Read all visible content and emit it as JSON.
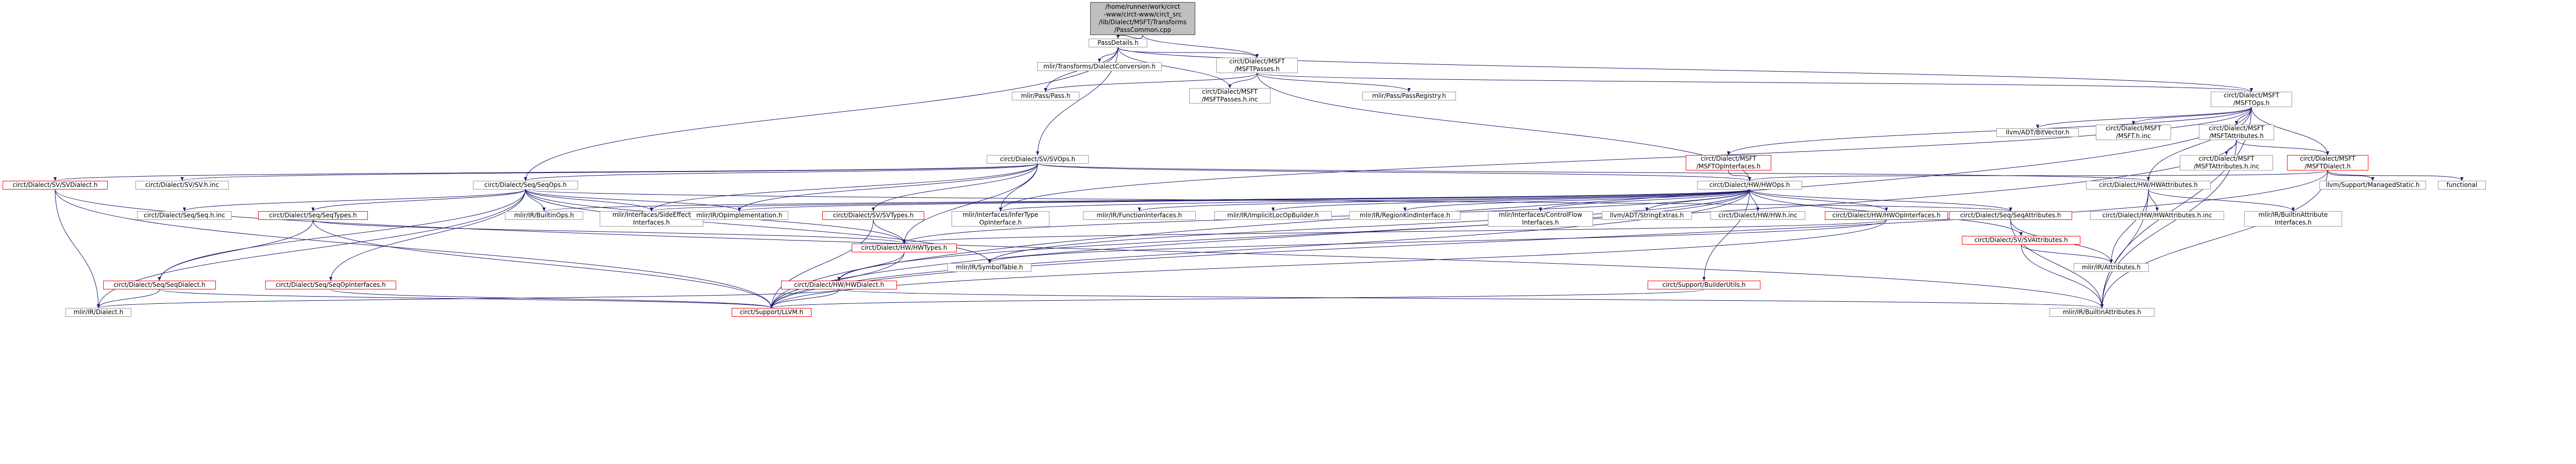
{
  "title": "PassCommon.cpp include dependency graph",
  "colors": {
    "edge": "#191970",
    "red_border": "#ff0000",
    "root_fill": "#bfbfbf"
  },
  "nodes": [
    {
      "id": "root",
      "label": "/home/runner/work/circt\n-www/circt-www/circt_src\n/lib/Dialect/MSFT/Transforms\n/PassCommon.cpp"
    },
    {
      "id": "passdetails",
      "label": "PassDetails.h"
    },
    {
      "id": "msftpasses",
      "label": "circt/Dialect/MSFT\n/MSFTPasses.h"
    },
    {
      "id": "dialectconv",
      "label": "mlir/Transforms/DialectConversion.h"
    },
    {
      "id": "pass",
      "label": "mlir/Pass/Pass.h"
    },
    {
      "id": "msftpassesinc",
      "label": "circt/Dialect/MSFT\n/MSFTPasses.h.inc"
    },
    {
      "id": "passregistry",
      "label": "mlir/Pass/PassRegistry.h"
    },
    {
      "id": "msftops",
      "label": "circt/Dialect/MSFT\n/MSFTOps.h"
    },
    {
      "id": "bitvector",
      "label": "llvm/ADT/BitVector.h"
    },
    {
      "id": "msfthinc",
      "label": "circt/Dialect/MSFT\n/MSFT.h.inc"
    },
    {
      "id": "msftattrs",
      "label": "circt/Dialect/MSFT\n/MSFTAttributes.h"
    },
    {
      "id": "msftattrsinc",
      "label": "circt/Dialect/MSFT\n/MSFTAttributes.h.inc"
    },
    {
      "id": "msftdialect",
      "label": "circt/Dialect/MSFT\n/MSFTDialect.h"
    },
    {
      "id": "managedstatic",
      "label": "llvm/Support/ManagedStatic.h"
    },
    {
      "id": "functional",
      "label": "functional"
    },
    {
      "id": "msftopif",
      "label": "circt/Dialect/MSFT\n/MSFTOpInterfaces.h"
    },
    {
      "id": "svops",
      "label": "circt/Dialect/SV/SVOps.h"
    },
    {
      "id": "hwops",
      "label": "circt/Dialect/HW/HWOps.h"
    },
    {
      "id": "hwattrs",
      "label": "circt/Dialect/HW/HWAttributes.h"
    },
    {
      "id": "hwattrsinc",
      "label": "circt/Dialect/HW/HWAttributes.h.inc"
    },
    {
      "id": "builtinattrif",
      "label": "mlir/IR/BuiltinAttribute\nInterfaces.h"
    },
    {
      "id": "svdialect",
      "label": "circt/Dialect/SV/SVDialect.h"
    },
    {
      "id": "svinc",
      "label": "circt/Dialect/SV/SV.h.inc"
    },
    {
      "id": "seqops",
      "label": "circt/Dialect/Seq/SeqOps.h"
    },
    {
      "id": "seqhinc",
      "label": "circt/Dialect/Seq/Seq.h.inc"
    },
    {
      "id": "seqtypes",
      "label": "circt/Dialect/Seq/SeqTypes.h"
    },
    {
      "id": "builtinops",
      "label": "mlir/IR/BuiltinOps.h"
    },
    {
      "id": "sideeffect",
      "label": "mlir/Interfaces/SideEffect\nInterfaces.h"
    },
    {
      "id": "opimpl",
      "label": "mlir/IR/OpImplementation.h"
    },
    {
      "id": "svtypes",
      "label": "circt/Dialect/SV/SVTypes.h"
    },
    {
      "id": "infertype",
      "label": "mlir/Interfaces/InferType\nOpInterface.h"
    },
    {
      "id": "funcif",
      "label": "mlir/IR/FunctionInterfaces.h"
    },
    {
      "id": "implicitloc",
      "label": "mlir/IR/ImplicitLocOpBuilder.h"
    },
    {
      "id": "regionkind",
      "label": "mlir/IR/RegionKindInterface.h"
    },
    {
      "id": "controlflow",
      "label": "mlir/Interfaces/ControlFlow\nInterfaces.h"
    },
    {
      "id": "stringextras",
      "label": "llvm/ADT/StringExtras.h"
    },
    {
      "id": "hwhinc",
      "label": "circt/Dialect/HW/HW.h.inc"
    },
    {
      "id": "hwopif",
      "label": "circt/Dialect/HW/HWOpInterfaces.h"
    },
    {
      "id": "seqattrs",
      "label": "circt/Dialect/Seq/SeqAttributes.h"
    },
    {
      "id": "svattrs",
      "label": "circt/Dialect/SV/SVAttributes.h"
    },
    {
      "id": "seqdialect",
      "label": "circt/Dialect/Seq/SeqDialect.h"
    },
    {
      "id": "seqopif",
      "label": "circt/Dialect/Seq/SeqOpInterfaces.h"
    },
    {
      "id": "hwtypes",
      "label": "circt/Dialect/HW/HWTypes.h"
    },
    {
      "id": "symboltable",
      "label": "mlir/IR/SymbolTable.h"
    },
    {
      "id": "irattrs",
      "label": "mlir/IR/Attributes.h"
    },
    {
      "id": "hwdialect",
      "label": "circt/Dialect/HW/HWDialect.h"
    },
    {
      "id": "builderutils",
      "label": "circt/Support/BuilderUtils.h"
    },
    {
      "id": "irdialect",
      "label": "mlir/IR/Dialect.h"
    },
    {
      "id": "llvmh",
      "label": "circt/Support/LLVM.h"
    },
    {
      "id": "builtinattrs",
      "label": "mlir/IR/BuiltinAttributes.h"
    }
  ],
  "edges": [
    [
      "root",
      "passdetails"
    ],
    [
      "root",
      "msftpasses"
    ],
    [
      "passdetails",
      "dialectconv"
    ],
    [
      "passdetails",
      "pass"
    ],
    [
      "passdetails",
      "msftpasses"
    ],
    [
      "passdetails",
      "msftpassesinc"
    ],
    [
      "passdetails",
      "msftops"
    ],
    [
      "passdetails",
      "svops"
    ],
    [
      "passdetails",
      "seqops"
    ],
    [
      "msftpasses",
      "pass"
    ],
    [
      "msftpasses",
      "msftpassesinc"
    ],
    [
      "msftpasses",
      "passregistry"
    ],
    [
      "msftpasses",
      "msftops"
    ],
    [
      "msftpasses",
      "hwops"
    ],
    [
      "msftops",
      "bitvector"
    ],
    [
      "msftops",
      "msfthinc"
    ],
    [
      "msftops",
      "msftattrs"
    ],
    [
      "msftops",
      "msftdialect"
    ],
    [
      "msftops",
      "msftopif"
    ],
    [
      "msftops",
      "hwattrs"
    ],
    [
      "msftops",
      "infertype"
    ],
    [
      "msftops",
      "builtinattrs"
    ],
    [
      "msftops",
      "llvmh"
    ],
    [
      "msftattrs",
      "msftattrsinc"
    ],
    [
      "msftattrs",
      "msftdialect"
    ],
    [
      "msftattrs",
      "builtinattrs"
    ],
    [
      "msftattrs",
      "llvmh"
    ],
    [
      "msftdialect",
      "managedstatic"
    ],
    [
      "msftdialect",
      "functional"
    ],
    [
      "msftdialect",
      "hwops"
    ],
    [
      "msftdialect",
      "builtinattrs"
    ],
    [
      "msftdialect",
      "llvmh"
    ],
    [
      "msftopif",
      "hwops"
    ],
    [
      "svops",
      "svdialect"
    ],
    [
      "svops",
      "svinc"
    ],
    [
      "svops",
      "seqops"
    ],
    [
      "svops",
      "hwops"
    ],
    [
      "svops",
      "svtypes"
    ],
    [
      "svops",
      "hwattrs"
    ],
    [
      "svops",
      "sideeffect"
    ],
    [
      "svops",
      "opimpl"
    ],
    [
      "svops",
      "infertype"
    ],
    [
      "svops",
      "hwtypes"
    ],
    [
      "svdialect",
      "irdialect"
    ],
    [
      "svdialect",
      "llvmh"
    ],
    [
      "svdialect",
      "builtinattrs"
    ],
    [
      "seqops",
      "seqhinc"
    ],
    [
      "seqops",
      "seqtypes"
    ],
    [
      "seqops",
      "builtinops"
    ],
    [
      "seqops",
      "sideeffect"
    ],
    [
      "seqops",
      "opimpl"
    ],
    [
      "seqops",
      "seqdialect"
    ],
    [
      "seqops",
      "seqopif"
    ],
    [
      "seqops",
      "hwtypes"
    ],
    [
      "seqops",
      "seqattrs"
    ],
    [
      "seqops",
      "irdialect"
    ],
    [
      "seqops",
      "symboltable"
    ],
    [
      "seqtypes",
      "seqdialect"
    ],
    [
      "seqtypes",
      "hwtypes"
    ],
    [
      "seqtypes",
      "llvmh"
    ],
    [
      "seqdialect",
      "irdialect"
    ],
    [
      "seqdialect",
      "llvmh"
    ],
    [
      "seqopif",
      "llvmh"
    ],
    [
      "hwops",
      "builtinops"
    ],
    [
      "hwops",
      "sideeffect"
    ],
    [
      "hwops",
      "opimpl"
    ],
    [
      "hwops",
      "funcif"
    ],
    [
      "hwops",
      "implicitloc"
    ],
    [
      "hwops",
      "regionkind"
    ],
    [
      "hwops",
      "controlflow"
    ],
    [
      "hwops",
      "stringextras"
    ],
    [
      "hwops",
      "hwhinc"
    ],
    [
      "hwops",
      "hwopif"
    ],
    [
      "hwops",
      "svattrs"
    ],
    [
      "hwops",
      "seqattrs"
    ],
    [
      "hwops",
      "infertype"
    ],
    [
      "hwops",
      "hwtypes"
    ],
    [
      "hwops",
      "symboltable"
    ],
    [
      "hwops",
      "builderutils"
    ],
    [
      "hwops",
      "hwdialect"
    ],
    [
      "hwops",
      "llvmh"
    ],
    [
      "svtypes",
      "hwtypes"
    ],
    [
      "svtypes",
      "llvmh"
    ],
    [
      "hwopif",
      "hwtypes"
    ],
    [
      "hwopif",
      "symboltable"
    ],
    [
      "hwopif",
      "llvmh"
    ],
    [
      "seqattrs",
      "irattrs"
    ],
    [
      "seqattrs",
      "builtinattrs"
    ],
    [
      "svattrs",
      "irattrs"
    ],
    [
      "svattrs",
      "builtinattrs"
    ],
    [
      "hwattrs",
      "hwattrsinc"
    ],
    [
      "hwattrs",
      "builtinattrif"
    ],
    [
      "hwattrs",
      "irattrs"
    ],
    [
      "hwattrs",
      "builtinattrs"
    ],
    [
      "hwtypes",
      "hwdialect"
    ],
    [
      "hwtypes",
      "llvmh"
    ],
    [
      "hwdialect",
      "irdialect"
    ],
    [
      "hwdialect",
      "llvmh"
    ],
    [
      "hwdialect",
      "builtinattrs"
    ],
    [
      "builderutils",
      "llvmh"
    ]
  ]
}
